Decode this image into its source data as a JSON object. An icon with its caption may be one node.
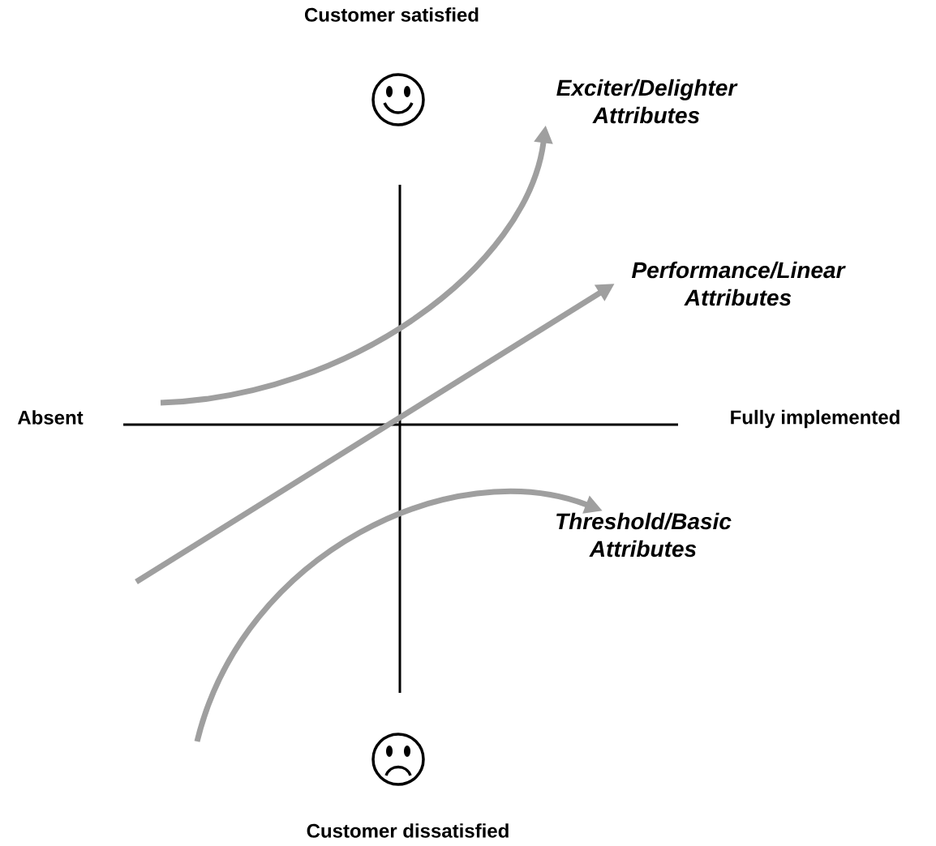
{
  "diagram": {
    "nodes": [
      {
        "text": [
          "*Exciter/Delighter Attributes*"
        ]
      },
      {
        "text": [
          "*Performance/Linear Attributes*"
        ]
      },
      {
        "text": [
          "*Threshold/Basic Attributes*"
        ]
      }
    ],
    "edges": [
      {
        "from": null,
        "to": 0,
        "arrow": "to"
      },
      {
        "from": null,
        "to": 1,
        "arrow": "to"
      },
      {
        "from": null,
        "to": 2,
        "arrow": "to"
      }
    ],
    "labels": [
      "Customer satisfied",
      "Absent",
      "Fully implemented",
      "Customer dissatisfied"
    ]
  }
}
